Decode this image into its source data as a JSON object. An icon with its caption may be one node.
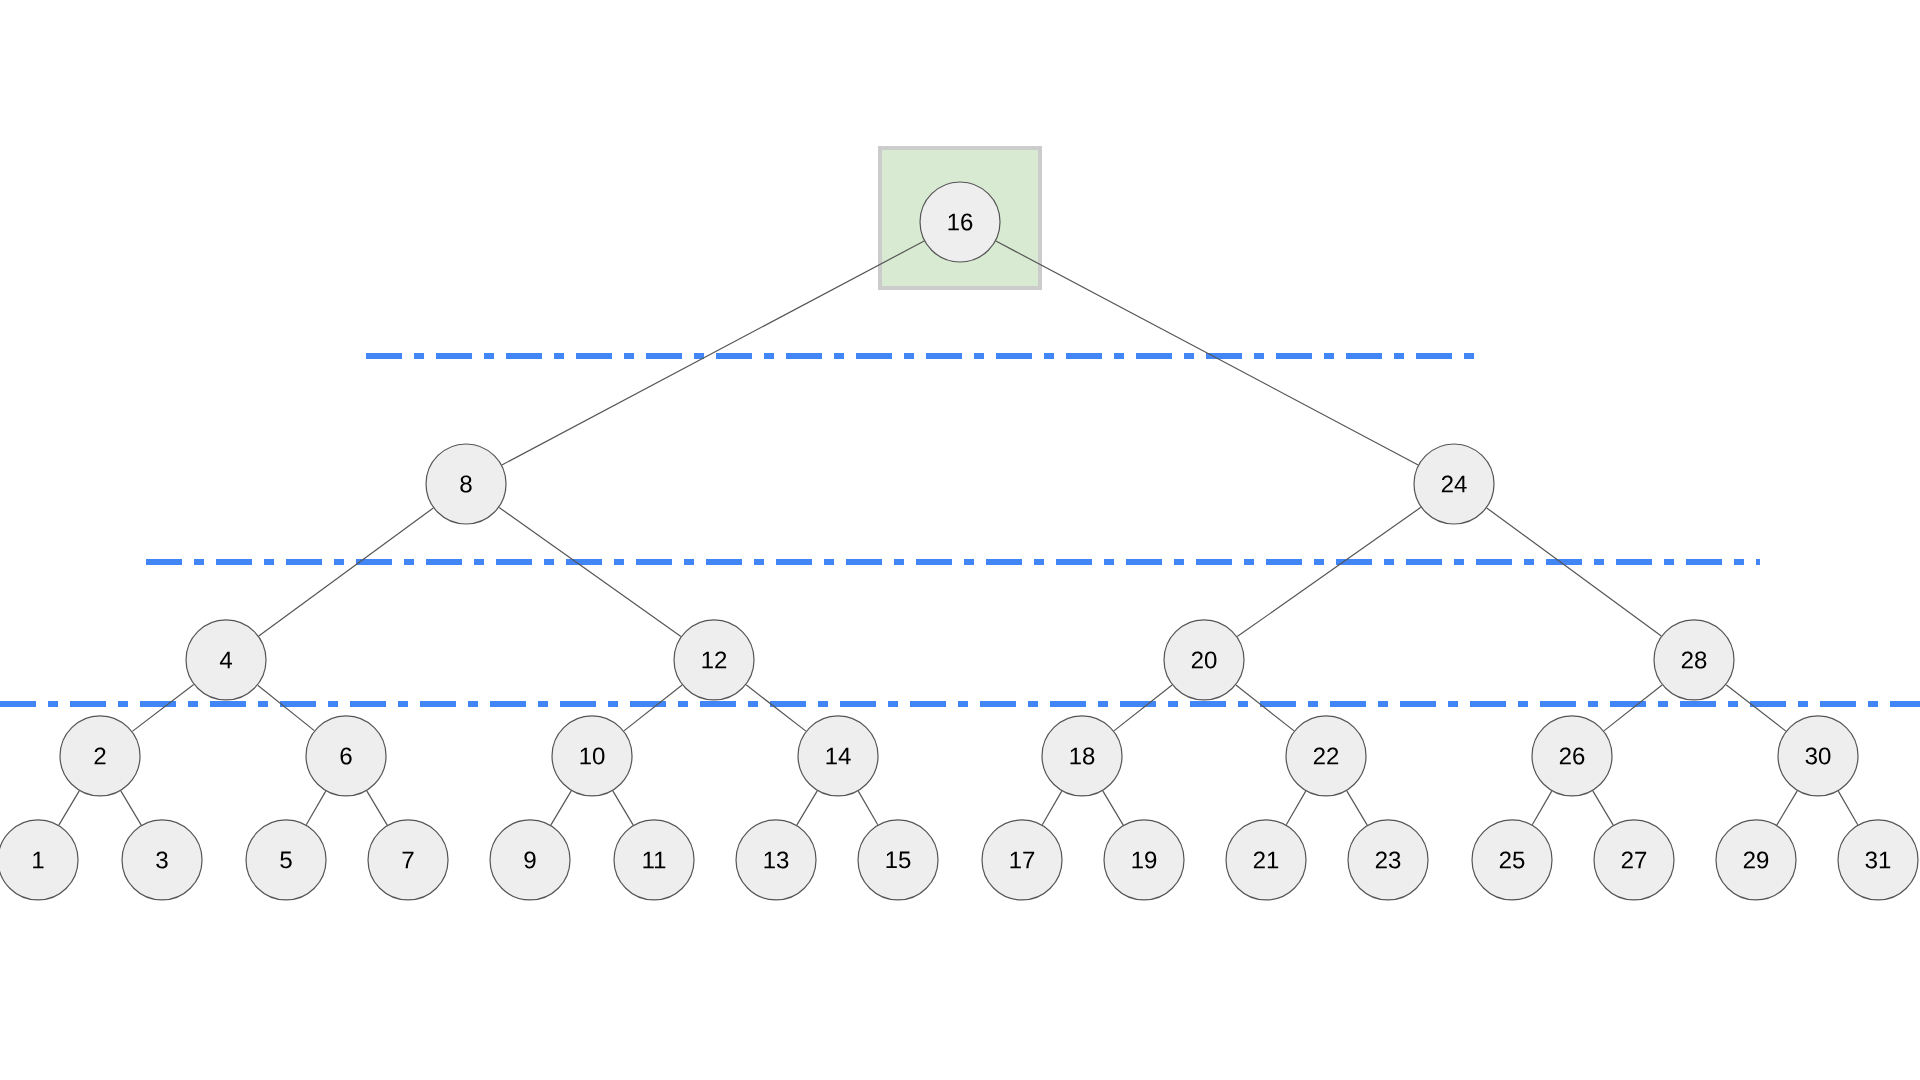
{
  "diagram": {
    "nodes": [
      {
        "text": [],
        "shape": "box"
      },
      {
        "text": [
          "16"
        ],
        "in": 0
      },
      {
        "text": [
          "8"
        ]
      },
      {
        "text": [
          "24"
        ]
      },
      {
        "text": [
          "4"
        ]
      },
      {
        "text": [
          "12"
        ]
      },
      {
        "text": [
          "20"
        ]
      },
      {
        "text": [
          "28"
        ]
      },
      {
        "text": [
          "2"
        ]
      },
      {
        "text": [
          "6"
        ]
      },
      {
        "text": [
          "10"
        ]
      },
      {
        "text": [
          "14"
        ]
      },
      {
        "text": [
          "18"
        ]
      },
      {
        "text": [
          "22"
        ]
      },
      {
        "text": [
          "26"
        ]
      },
      {
        "text": [
          "30"
        ]
      },
      {
        "text": [
          "1"
        ]
      },
      {
        "text": [
          "3"
        ]
      },
      {
        "text": [
          "5"
        ]
      },
      {
        "text": [
          "7"
        ]
      },
      {
        "text": [
          "9"
        ]
      },
      {
        "text": [
          "11"
        ]
      },
      {
        "text": [
          "13"
        ]
      },
      {
        "text": [
          "15"
        ]
      },
      {
        "text": [
          "17"
        ]
      },
      {
        "text": [
          "19"
        ]
      },
      {
        "text": [
          "21"
        ]
      },
      {
        "text": [
          "23"
        ]
      },
      {
        "text": [
          "25"
        ]
      },
      {
        "text": [
          "27"
        ]
      },
      {
        "text": [
          "29"
        ]
      },
      {
        "text": [
          "31"
        ]
      }
    ],
    "edges": [
      {
        "from": 1,
        "to": 2,
        "arrow": "none"
      },
      {
        "from": 1,
        "to": 3,
        "arrow": "none"
      },
      {
        "from": 2,
        "to": 4,
        "arrow": "none"
      },
      {
        "from": 2,
        "to": 5,
        "arrow": "none"
      },
      {
        "from": 3,
        "to": 6,
        "arrow": "none"
      },
      {
        "from": 3,
        "to": 7,
        "arrow": "none"
      },
      {
        "from": 4,
        "to": 8,
        "arrow": "none"
      },
      {
        "from": 4,
        "to": 9,
        "arrow": "none"
      },
      {
        "from": 5,
        "to": 10,
        "arrow": "none"
      },
      {
        "from": 5,
        "to": 11,
        "arrow": "none"
      },
      {
        "from": 6,
        "to": 12,
        "arrow": "none"
      },
      {
        "from": 6,
        "to": 13,
        "arrow": "none"
      },
      {
        "from": 7,
        "to": 14,
        "arrow": "none"
      },
      {
        "from": 7,
        "to": 15,
        "arrow": "none"
      },
      {
        "from": 8,
        "to": 16,
        "arrow": "none"
      },
      {
        "from": 8,
        "to": 17,
        "arrow": "none"
      },
      {
        "from": 9,
        "to": 18,
        "arrow": "none"
      },
      {
        "from": 9,
        "to": 19,
        "arrow": "none"
      },
      {
        "from": 10,
        "to": 20,
        "arrow": "none"
      },
      {
        "from": 10,
        "to": 21,
        "arrow": "none"
      },
      {
        "from": 11,
        "to": 22,
        "arrow": "none"
      },
      {
        "from": 11,
        "to": 23,
        "arrow": "none"
      },
      {
        "from": 12,
        "to": 24,
        "arrow": "none"
      },
      {
        "from": 12,
        "to": 25,
        "arrow": "none"
      },
      {
        "from": 13,
        "to": 26,
        "arrow": "none"
      },
      {
        "from": 13,
        "to": 27,
        "arrow": "none"
      },
      {
        "from": 14,
        "to": 28,
        "arrow": "none"
      },
      {
        "from": 14,
        "to": 29,
        "arrow": "none"
      },
      {
        "from": 15,
        "to": 30,
        "arrow": "none"
      },
      {
        "from": 15,
        "to": 31,
        "arrow": "none"
      }
    ]
  }
}
